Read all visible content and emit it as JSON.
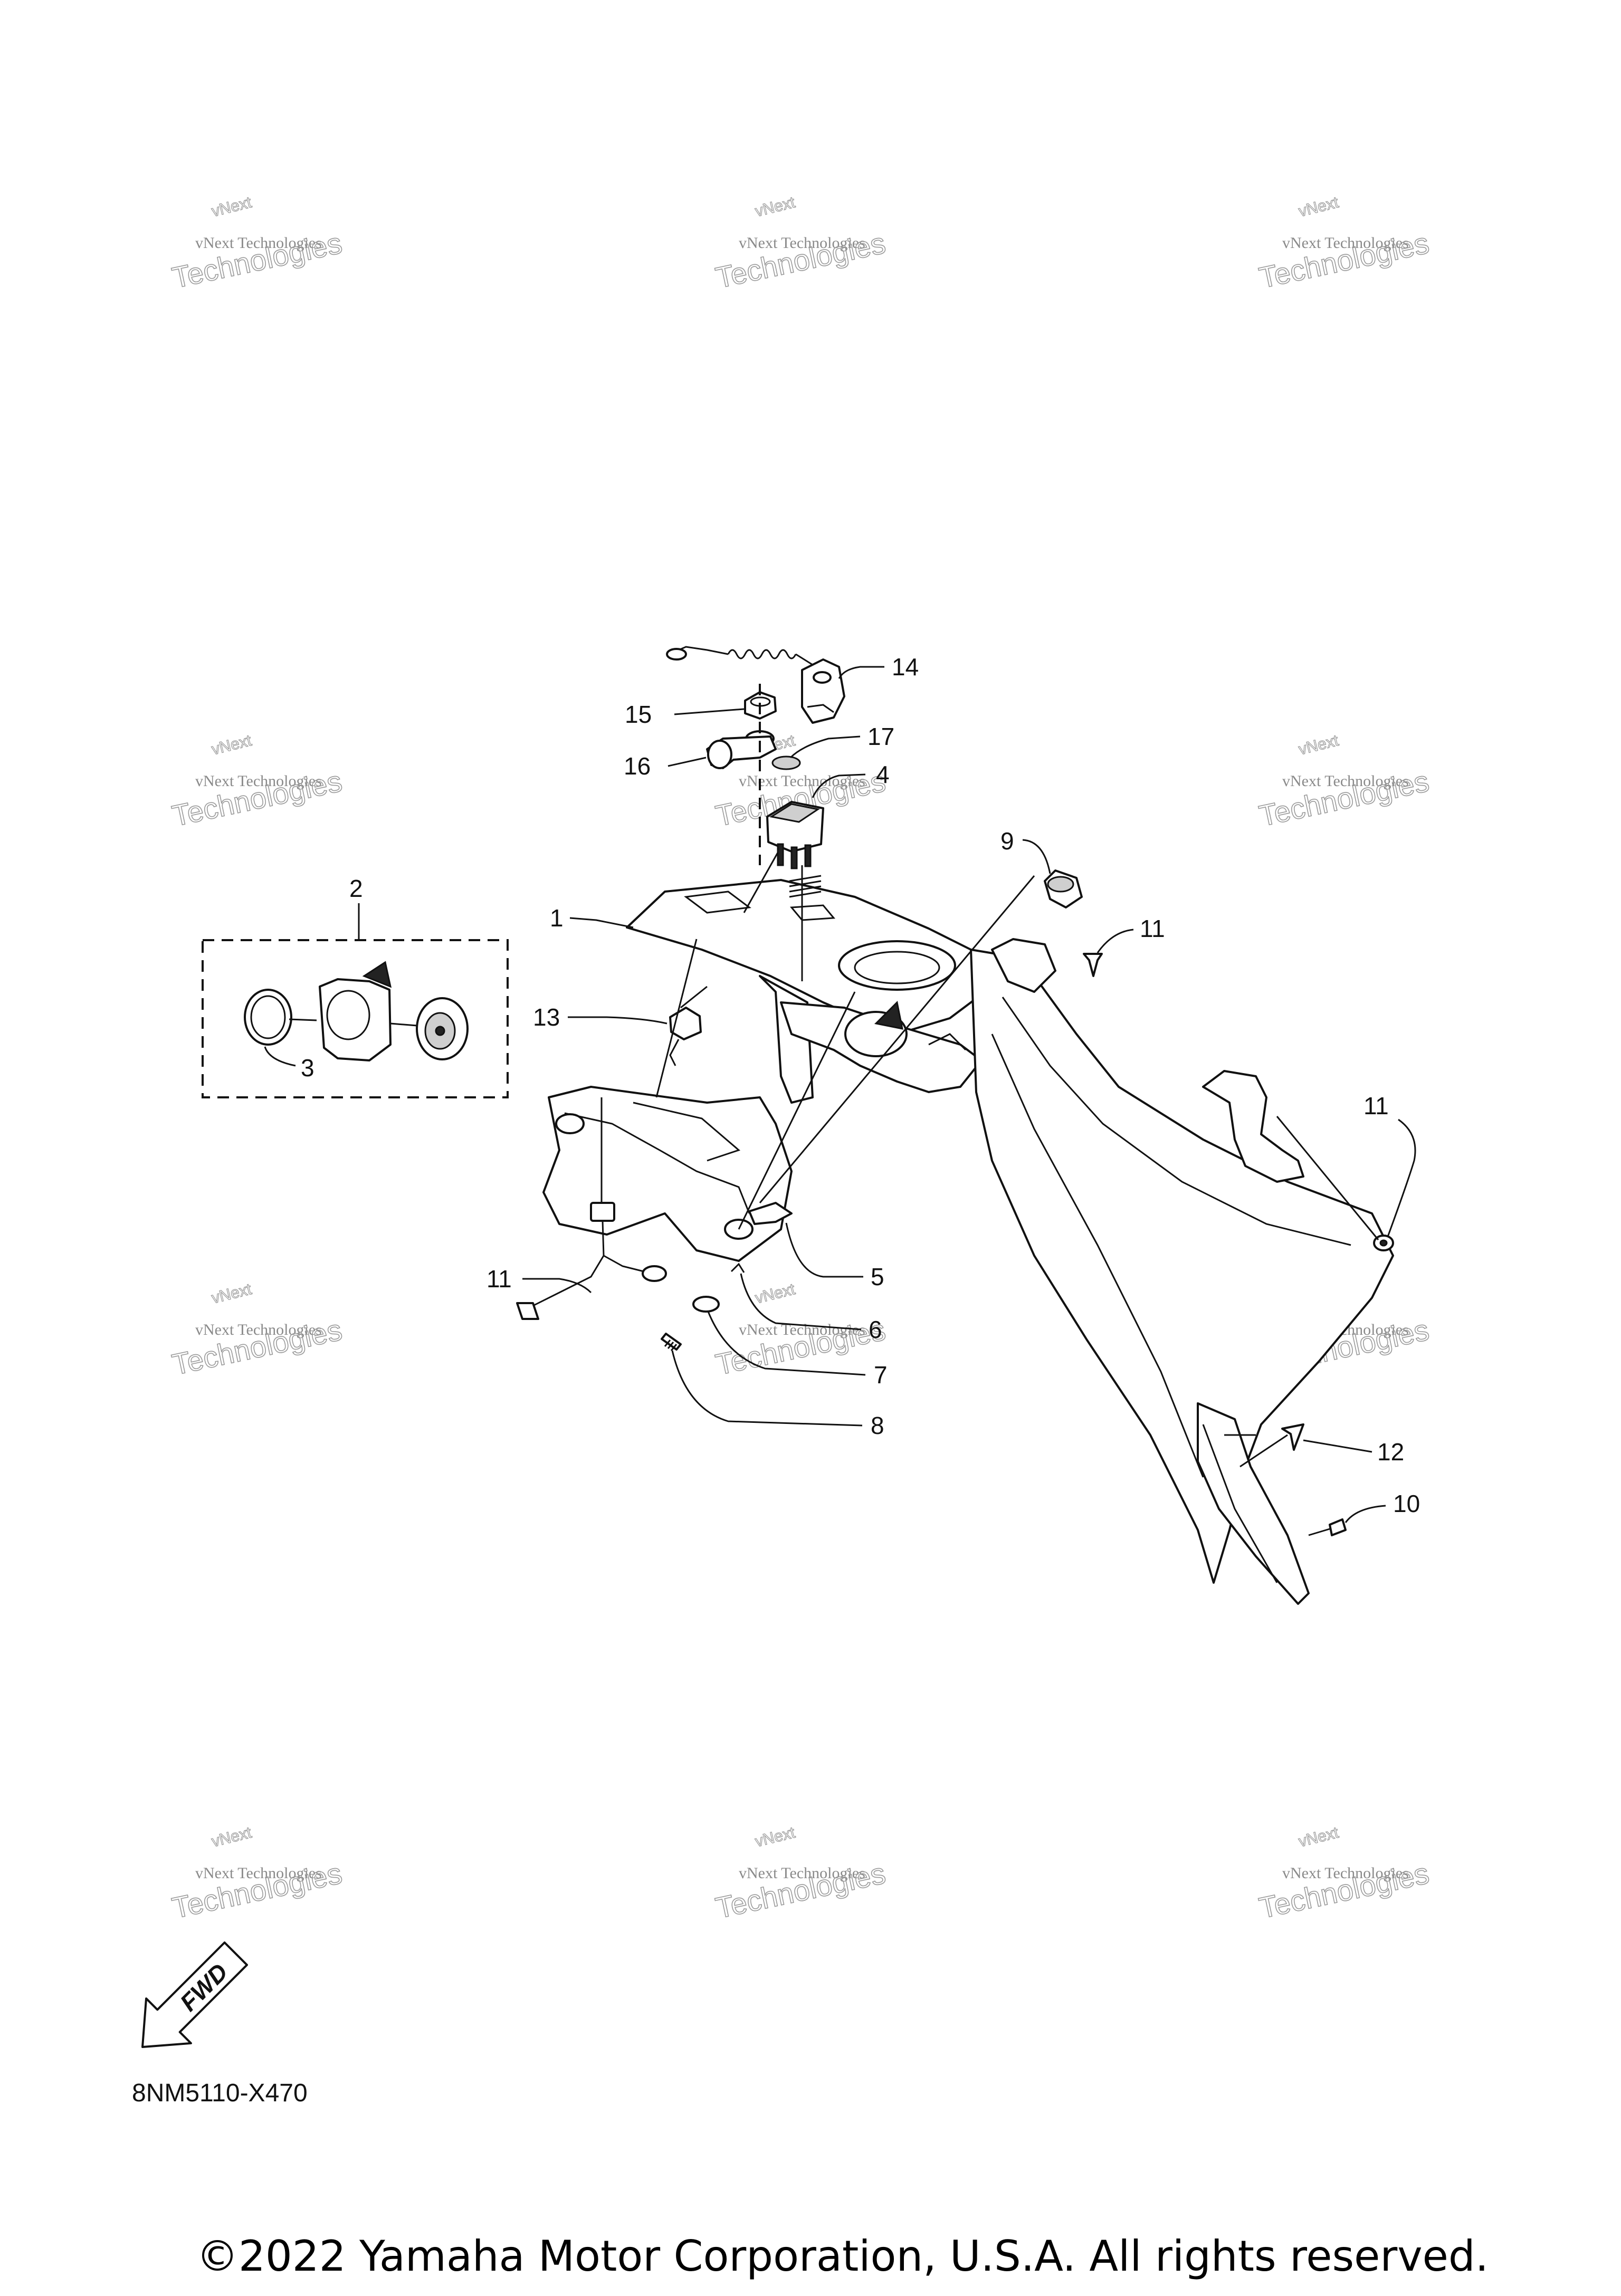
{
  "diagram": {
    "callouts": [
      {
        "id": "1",
        "label": "1"
      },
      {
        "id": "2",
        "label": "2"
      },
      {
        "id": "3",
        "label": "3"
      },
      {
        "id": "4",
        "label": "4"
      },
      {
        "id": "5",
        "label": "5"
      },
      {
        "id": "6",
        "label": "6"
      },
      {
        "id": "7",
        "label": "7"
      },
      {
        "id": "8",
        "label": "8"
      },
      {
        "id": "9",
        "label": "9"
      },
      {
        "id": "10",
        "label": "10"
      },
      {
        "id": "11a",
        "label": "11"
      },
      {
        "id": "11b",
        "label": "11"
      },
      {
        "id": "11c",
        "label": "11"
      },
      {
        "id": "12",
        "label": "12"
      },
      {
        "id": "13",
        "label": "13"
      },
      {
        "id": "14",
        "label": "14"
      },
      {
        "id": "15",
        "label": "15"
      },
      {
        "id": "16",
        "label": "16"
      },
      {
        "id": "17",
        "label": "17"
      }
    ],
    "fwd_label": "FWD",
    "part_code": "8NM5110-X470"
  },
  "watermark": {
    "line1": "vNext Technologies",
    "line2": "Technologies",
    "line3": "vNext"
  },
  "footer": {
    "copyright": "©2022 Yamaha Motor Corporation, U.S.A. All rights reserved."
  }
}
